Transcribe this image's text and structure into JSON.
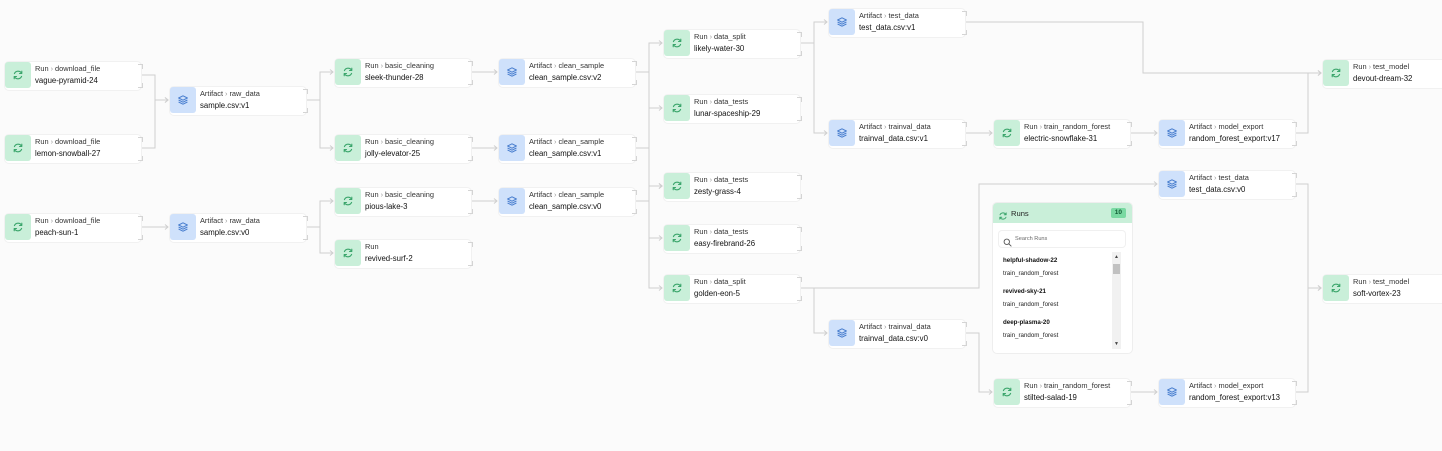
{
  "nodes": [
    {
      "id": "vague-pyramid",
      "kind": "run",
      "type": "Run",
      "job": "download_file",
      "name": "vague-pyramid-24"
    },
    {
      "id": "lemon-snowball",
      "kind": "run",
      "type": "Run",
      "job": "download_file",
      "name": "lemon-snowball-27"
    },
    {
      "id": "peach-sun",
      "kind": "run",
      "type": "Run",
      "job": "download_file",
      "name": "peach-sun-1"
    },
    {
      "id": "raw-data-v1",
      "kind": "artifact",
      "type": "Artifact",
      "job": "raw_data",
      "name": "sample.csv:v1"
    },
    {
      "id": "raw-data-v0",
      "kind": "artifact",
      "type": "Artifact",
      "job": "raw_data",
      "name": "sample.csv:v0"
    },
    {
      "id": "sleek-thunder",
      "kind": "run",
      "type": "Run",
      "job": "basic_cleaning",
      "name": "sleek-thunder-28"
    },
    {
      "id": "jolly-elevator",
      "kind": "run",
      "type": "Run",
      "job": "basic_cleaning",
      "name": "jolly-elevator-25"
    },
    {
      "id": "pious-lake",
      "kind": "run",
      "type": "Run",
      "job": "basic_cleaning",
      "name": "pious-lake-3"
    },
    {
      "id": "revived-surf",
      "kind": "run",
      "type": "Run",
      "job": "",
      "name": "revived-surf-2"
    },
    {
      "id": "clean-sample-v2",
      "kind": "artifact",
      "type": "Artifact",
      "job": "clean_sample",
      "name": "clean_sample.csv:v2"
    },
    {
      "id": "clean-sample-v1",
      "kind": "artifact",
      "type": "Artifact",
      "job": "clean_sample",
      "name": "clean_sample.csv:v1"
    },
    {
      "id": "clean-sample-v0",
      "kind": "artifact",
      "type": "Artifact",
      "job": "clean_sample",
      "name": "clean_sample.csv:v0"
    },
    {
      "id": "likely-water",
      "kind": "run",
      "type": "Run",
      "job": "data_split",
      "name": "likely-water-30"
    },
    {
      "id": "lunar-spaceship",
      "kind": "run",
      "type": "Run",
      "job": "data_tests",
      "name": "lunar-spaceship-29"
    },
    {
      "id": "zesty-grass",
      "kind": "run",
      "type": "Run",
      "job": "data_tests",
      "name": "zesty-grass-4"
    },
    {
      "id": "easy-firebrand",
      "kind": "run",
      "type": "Run",
      "job": "data_tests",
      "name": "easy-firebrand-26"
    },
    {
      "id": "golden-eon",
      "kind": "run",
      "type": "Run",
      "job": "data_split",
      "name": "golden-eon-5"
    },
    {
      "id": "test-data-v1",
      "kind": "artifact",
      "type": "Artifact",
      "job": "test_data",
      "name": "test_data.csv:v1"
    },
    {
      "id": "trainval-v1",
      "kind": "artifact",
      "type": "Artifact",
      "job": "trainval_data",
      "name": "trainval_data.csv:v1"
    },
    {
      "id": "trainval-v0",
      "kind": "artifact",
      "type": "Artifact",
      "job": "trainval_data",
      "name": "trainval_data.csv:v0"
    },
    {
      "id": "electric-snowflake",
      "kind": "run",
      "type": "Run",
      "job": "train_random_forest",
      "name": "electric-snowflake-31"
    },
    {
      "id": "stilted-salad",
      "kind": "run",
      "type": "Run",
      "job": "train_random_forest",
      "name": "stilted-salad-19"
    },
    {
      "id": "model-export-v17",
      "kind": "artifact",
      "type": "Artifact",
      "job": "model_export",
      "name": "random_forest_export:v17"
    },
    {
      "id": "test-data-v0",
      "kind": "artifact",
      "type": "Artifact",
      "job": "test_data",
      "name": "test_data.csv:v0"
    },
    {
      "id": "model-export-v13",
      "kind": "artifact",
      "type": "Artifact",
      "job": "model_export",
      "name": "random_forest_export:v13"
    },
    {
      "id": "devout-dream",
      "kind": "run",
      "type": "Run",
      "job": "test_model",
      "name": "devout-dream-32"
    },
    {
      "id": "soft-vortex",
      "kind": "run",
      "type": "Run",
      "job": "test_model",
      "name": "soft-vortex-23"
    }
  ],
  "runs_panel": {
    "title": "Runs",
    "count": "10",
    "search_placeholder": "Search Runs",
    "items": [
      {
        "name": "helpful-shadow-22",
        "job": "train_random_forest"
      },
      {
        "name": "revived-sky-21",
        "job": "train_random_forest"
      },
      {
        "name": "deep-plasma-20",
        "job": "train_random_forest"
      }
    ]
  },
  "colors": {
    "run_icon_bg": "#c9efd9",
    "artifact_icon_bg": "#cfe1fb",
    "run_icon": "#3aa56b",
    "artifact_icon": "#4a7fcf",
    "edge": "#cfcfcf",
    "badge": "#79d9a2"
  },
  "icons": {
    "run": "sync-icon",
    "artifact": "layers-icon",
    "search": "search-icon"
  }
}
